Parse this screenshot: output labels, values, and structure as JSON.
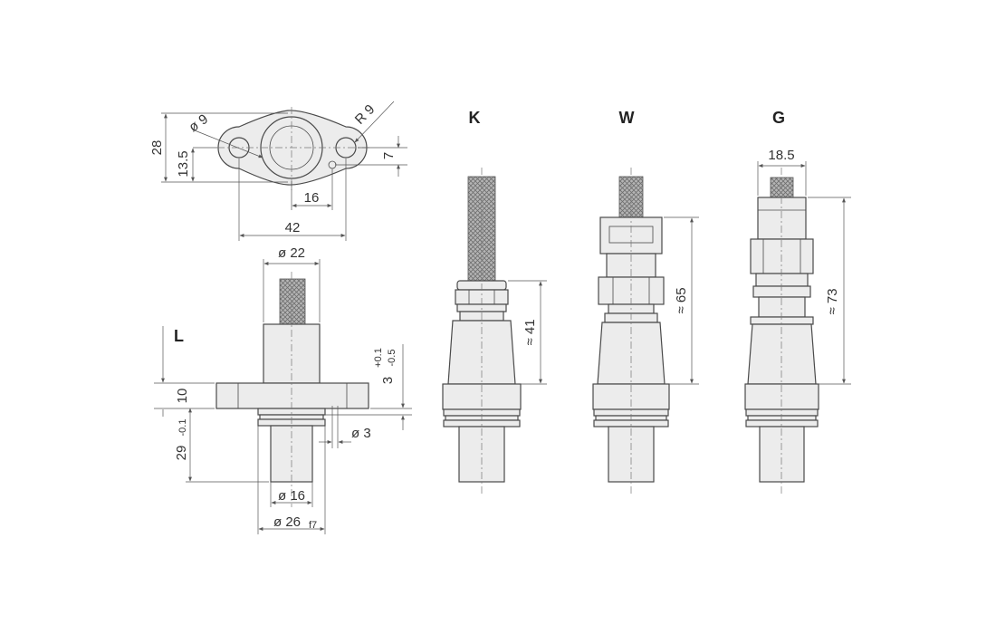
{
  "views": {
    "l": "L",
    "k": "K",
    "w": "W",
    "g": "G"
  },
  "flange": {
    "height": "28",
    "center_height": "13.5",
    "hole_dia": "ø 9",
    "radius": "R 9",
    "small_offset": "7",
    "hole_offset": "16",
    "hole_spacing": "42"
  },
  "view_l": {
    "body_dia": "ø 22",
    "flange_thk": "10",
    "groove_main": "3",
    "groove_tol_upper": "+0.1",
    "groove_tol_lower": "-0.5",
    "length_main": "29",
    "length_tol": "-0.1",
    "groove_dia": "ø 3",
    "spigot_dia": "ø 16",
    "collar_dia_main": "ø 26",
    "collar_fit": "f7"
  },
  "view_k": {
    "length": "≈ 41"
  },
  "view_w": {
    "length": "≈ 65"
  },
  "view_g": {
    "width": "18.5",
    "length": "≈ 73"
  },
  "colors": {
    "line": "#4a4a4a",
    "fill": "#ececec",
    "cable": "#9a9a9a"
  }
}
